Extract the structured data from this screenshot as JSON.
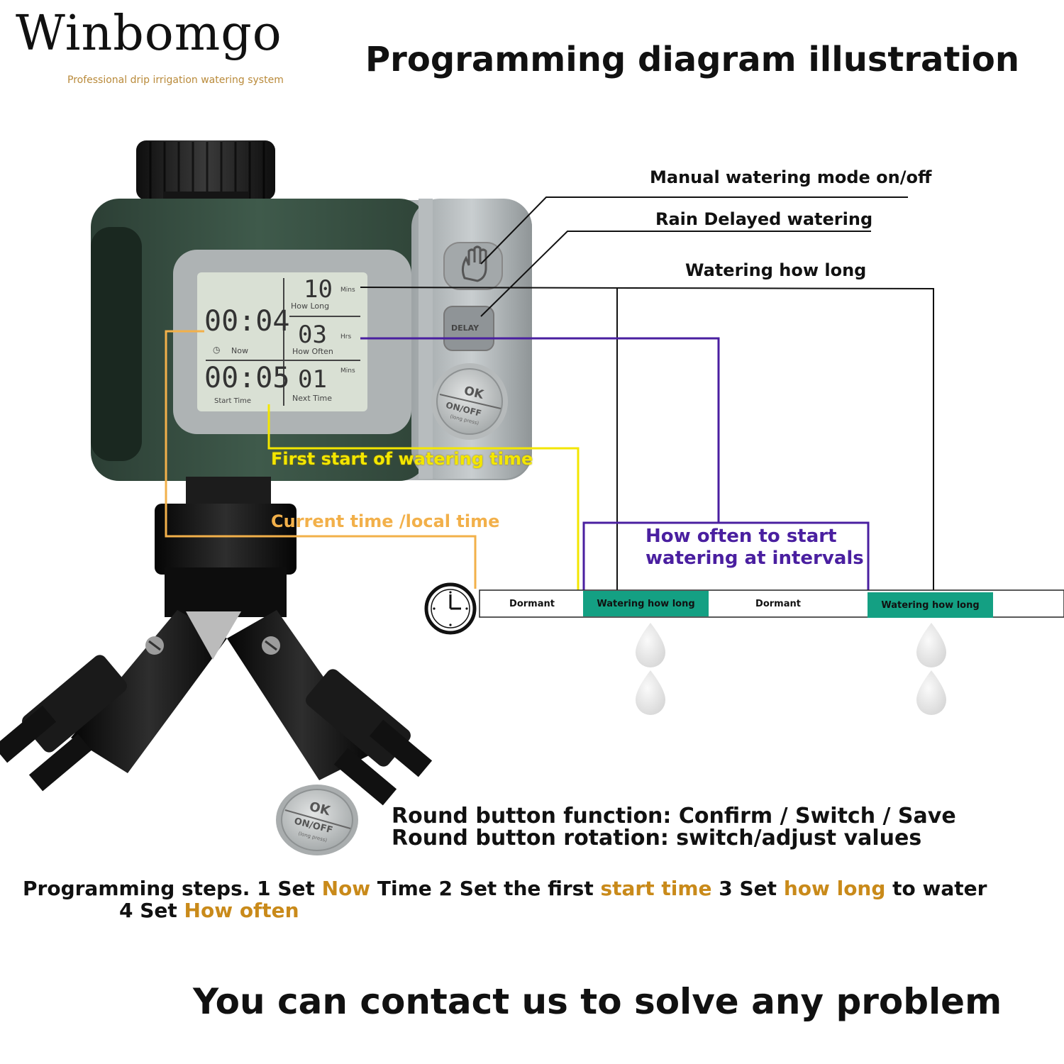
{
  "header": {
    "brand": "Winbomgo",
    "tagline": "Professional drip irrigation watering system",
    "title": "Programming diagram illustration"
  },
  "device": {
    "buttons": {
      "delay_label": "DELAY",
      "ok_label": "OK",
      "onoff_label": "ON/OFF",
      "longpress_label": "(long press)"
    },
    "lcd": {
      "now_value": "00:04",
      "now_label": "Now",
      "start_value": "00:05",
      "start_label": "Start Time",
      "how_long_value": "10",
      "how_long_unit": "Mins",
      "how_long_label": "How Long",
      "how_often_value": "03",
      "how_often_unit": "Hrs",
      "how_often_label": "How Often",
      "next_value": "01",
      "next_unit": "Mins",
      "next_label": "Next Time"
    }
  },
  "callouts": {
    "manual": "Manual watering mode on/off",
    "rain_delay": "Rain Delayed watering",
    "how_long": "Watering how long",
    "first_start": "First start of watering time",
    "current_time": "Current time /local time",
    "interval_line1": "How often to start",
    "interval_line2": "watering at intervals"
  },
  "timeline": {
    "segments": [
      "Dormant",
      "Watering how long",
      "Dormant",
      "Watering how long"
    ]
  },
  "ok_button": {
    "ok": "OK",
    "onoff": "ON/OFF",
    "longpress": "(long press)"
  },
  "functions": {
    "line1": "Round button function: Confirm / Switch / Save",
    "line2": "Round button rotation: switch/adjust values"
  },
  "steps": {
    "s1_pre": "Programming steps. 1 Set ",
    "s1_hl": "Now",
    "s1_post": " Time 2  Set the first ",
    "s2_hl": "start time",
    "s3_pre": "  3  Set ",
    "s3_hl": "how long",
    "s3_post": " to water",
    "s4_pre": "4 Set ",
    "s4_hl": "How often"
  },
  "footer": {
    "contact": "You can contact us to solve any problem"
  },
  "colors": {
    "teal": "#14a083",
    "purple": "#4a1fa0",
    "yellow": "#f3e600",
    "orange": "#f2b04a",
    "highlight": "#c98a1a",
    "device_green": "#3b5446"
  }
}
